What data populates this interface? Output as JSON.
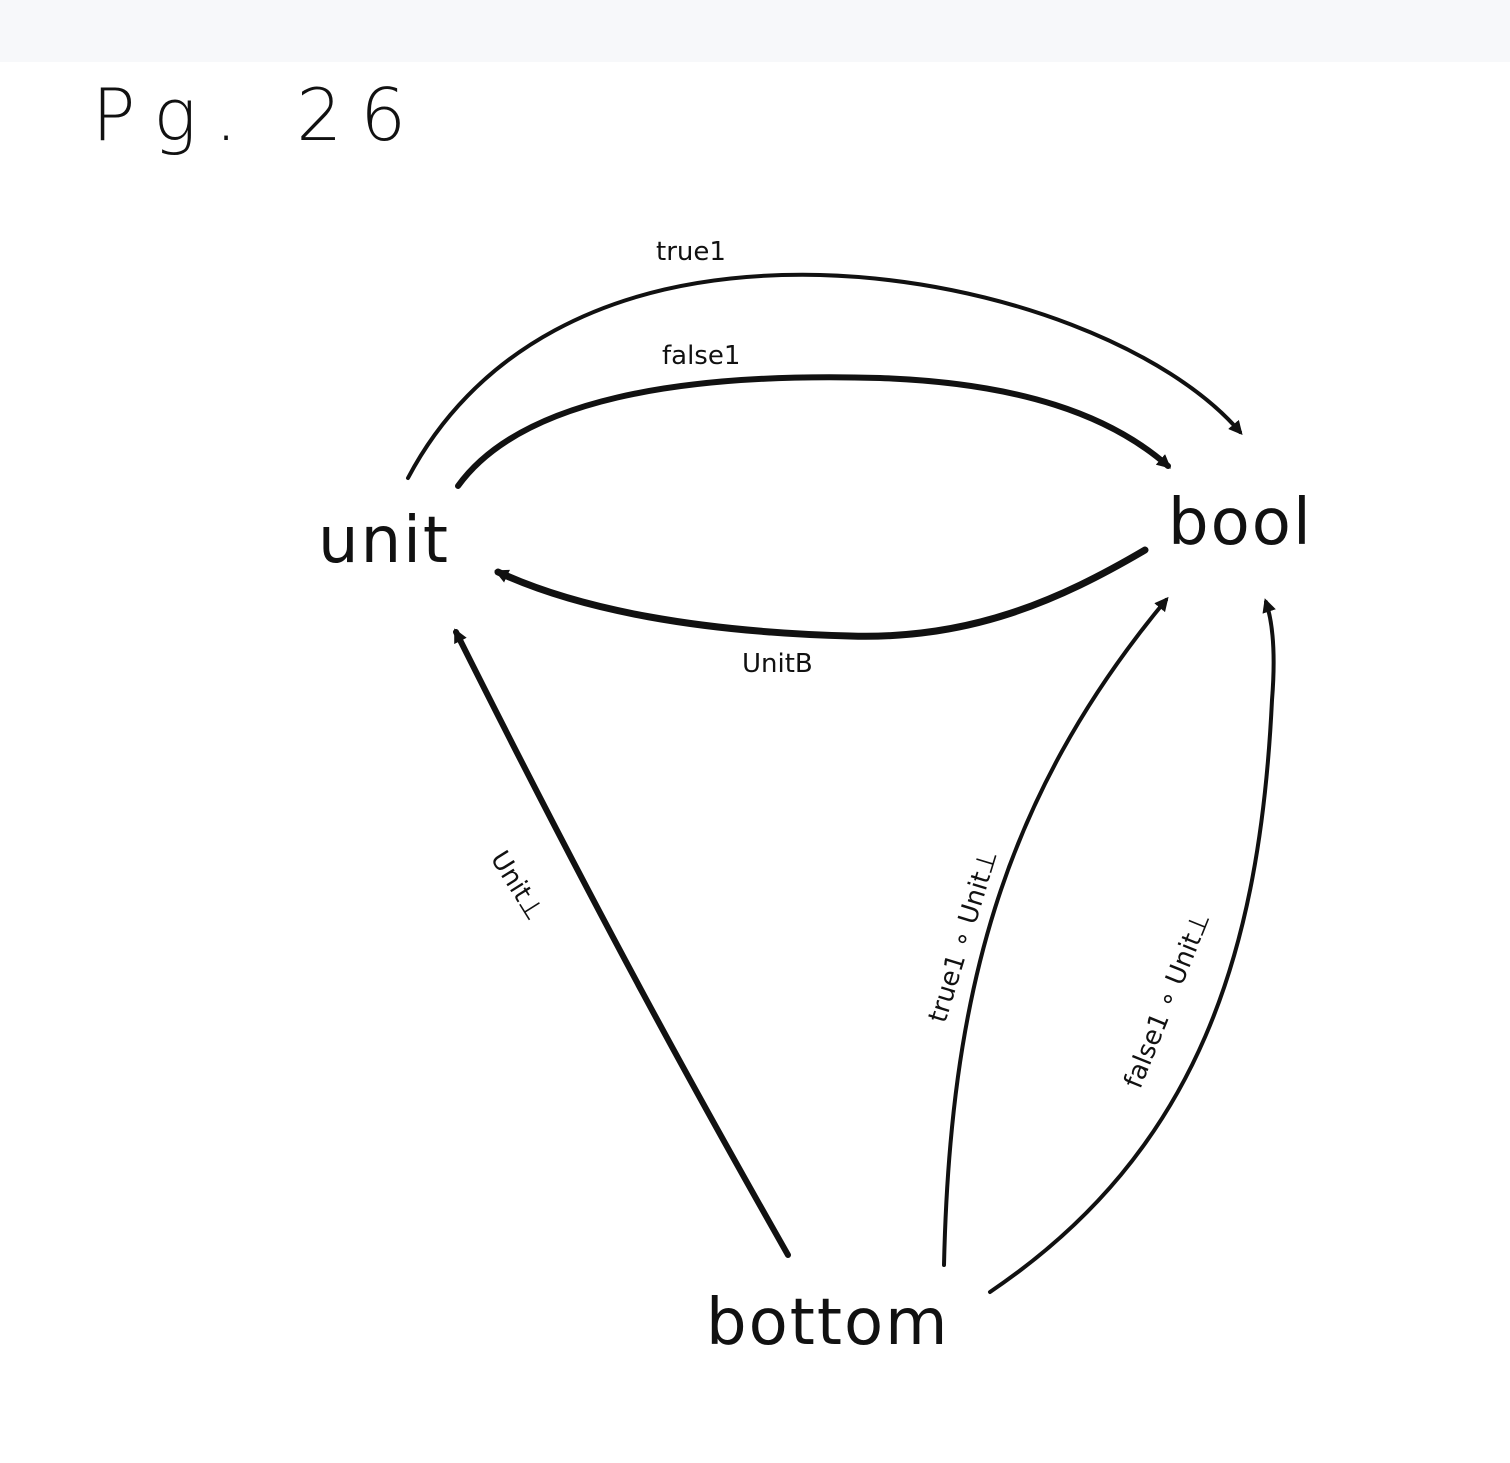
{
  "page": {
    "label": "Pg. 26"
  },
  "nodes": {
    "unit": "unit",
    "bool": "bool",
    "bottom": "bottom"
  },
  "edges": [
    {
      "id": "true1",
      "from": "unit",
      "to": "bool",
      "label": "true1"
    },
    {
      "id": "false1",
      "from": "unit",
      "to": "bool",
      "label": "false1"
    },
    {
      "id": "unitB",
      "from": "bool",
      "to": "unit",
      "label": "UnitB"
    },
    {
      "id": "unit-bottom",
      "from": "bottom",
      "to": "unit",
      "label": "Unit⊥"
    },
    {
      "id": "true1-unit-bottom",
      "from": "bottom",
      "to": "bool",
      "label": "true1 ∘ Unit⊥"
    },
    {
      "id": "false1-unit-bottom",
      "from": "bottom",
      "to": "bool",
      "label": "false1 ∘ Unit⊥"
    }
  ]
}
